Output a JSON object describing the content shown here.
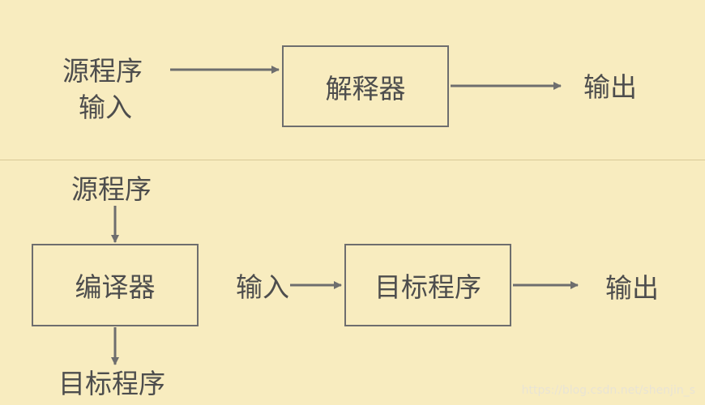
{
  "interpreter": {
    "source_program": "源程序",
    "input": "输入",
    "box": "解释器",
    "output": "输出"
  },
  "compiler": {
    "source_program": "源程序",
    "box": "编译器",
    "target_below": "目标程序",
    "input": "输入",
    "target_box": "目标程序",
    "output": "输出"
  },
  "watermark": "https://blog.csdn.net/shenjin_s",
  "colors": {
    "background": "#f8ecbf",
    "line": "#6e6e6e",
    "text": "#4d4d4d"
  }
}
